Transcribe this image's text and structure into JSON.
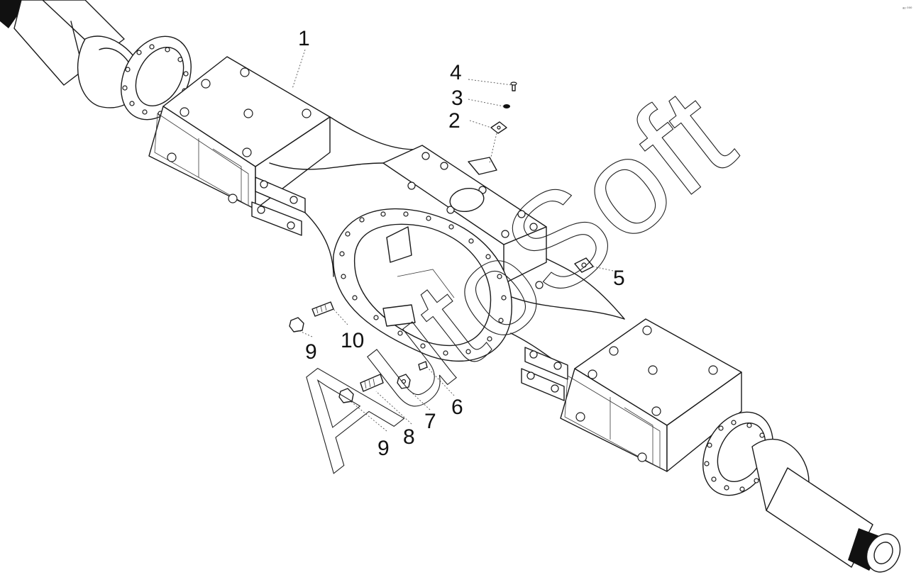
{
  "watermark": "AutoSoft",
  "corner_mark": "ᵃᵒ ⁰⁰⁰",
  "callouts": [
    {
      "id": "1",
      "label": "1"
    },
    {
      "id": "2",
      "label": "2"
    },
    {
      "id": "3",
      "label": "3"
    },
    {
      "id": "4",
      "label": "4"
    },
    {
      "id": "5",
      "label": "5"
    },
    {
      "id": "6",
      "label": "6"
    },
    {
      "id": "7",
      "label": "7"
    },
    {
      "id": "8",
      "label": "8"
    },
    {
      "id": "9a",
      "label": "9"
    },
    {
      "id": "9b",
      "label": "9"
    },
    {
      "id": "10",
      "label": "10"
    }
  ]
}
